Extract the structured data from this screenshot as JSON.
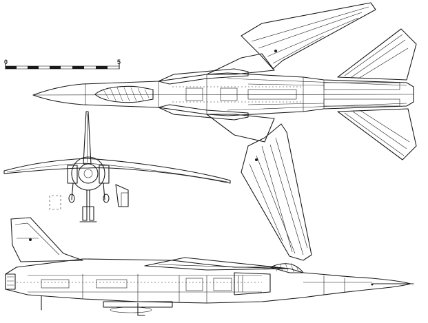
{
  "scale_bar": {
    "start_label": "0",
    "end_label": "5"
  },
  "views": [
    "top-view",
    "front-view",
    "side-view"
  ],
  "colors": {
    "ink": "#1a1a1a",
    "paper": "#ffffff"
  }
}
